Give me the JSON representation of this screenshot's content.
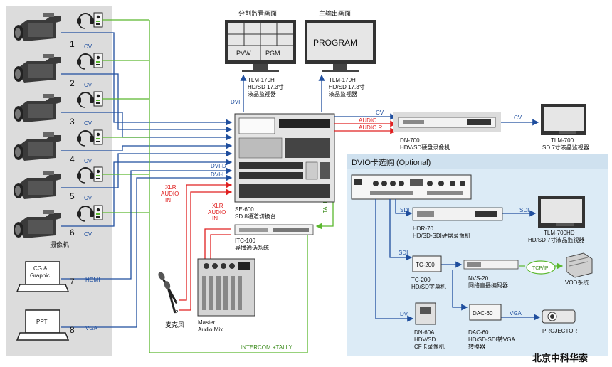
{
  "cameras": {
    "numbers": [
      "1",
      "2",
      "3",
      "4",
      "5",
      "6"
    ],
    "cv": [
      "CV",
      "CV",
      "CV",
      "CV",
      "CV",
      "CV"
    ],
    "label": "摄像机"
  },
  "sources": [
    {
      "number": "7",
      "screen": [
        "CG &",
        "Graphic"
      ],
      "signal": "HDMI"
    },
    {
      "number": "8",
      "screen": [
        "PPT"
      ],
      "signal": "VGA"
    }
  ],
  "monitors": {
    "split": {
      "title": "分割监看画面",
      "cells": [
        "PVW",
        "PGM"
      ],
      "model": "TLM-170H",
      "spec": "HD/SD 17.3寸",
      "desc": "液晶监视器"
    },
    "program": {
      "title": "主输出画面",
      "screen": "PROGRAM",
      "model": "TLM-170H",
      "spec": "HD/SD 17.3寸",
      "desc": "液晶监视器"
    }
  },
  "signals": {
    "dvi": "DVI",
    "dvi_d": "DVI-D",
    "dvi_i": "DVI-I",
    "cv_out": "CV",
    "audio_l": "AUDIO L",
    "audio_r": "AUDIO R",
    "cv_dn700": "CV",
    "xlr1": [
      "XLR",
      "AUDIO",
      "IN"
    ],
    "xlr2": [
      "XLR",
      "AUDIO",
      "IN"
    ],
    "tally": "TALLY",
    "intercom": "INTERCOM +TALLY"
  },
  "switcher": {
    "model": "SE-600",
    "desc": "SD 8通道切换台"
  },
  "intercom": {
    "model": "ITC-100",
    "desc": "导播通话系统"
  },
  "recorder": {
    "model": "DN-700",
    "desc": "HDV/SD硬盘录像机"
  },
  "tlm700": {
    "model": "TLM-700",
    "desc": "SD 7寸液晶监视器"
  },
  "mixer": {
    "label": [
      "Master",
      "Audio Mix"
    ]
  },
  "mic": {
    "label": "麦克风",
    "n1": "1",
    "n2": "2"
  },
  "dvio": {
    "title": "DVIO卡选购 (Optional)",
    "sdi_labels": [
      "SDI",
      "SDI",
      "SDI"
    ],
    "dv_label": "DV",
    "vga_label": "VGA",
    "tcpip": "TCP/IP",
    "hdr70": {
      "model": "HDR-70",
      "desc": "HD/SD-SDI硬盘录像机"
    },
    "tlm700hd": {
      "model": "TLM-700HD",
      "desc": "HD/SD 7寸液晶监视器"
    },
    "tc200": {
      "face": "TC-200",
      "model": "TC-200",
      "desc": "HD/SD字幕机"
    },
    "nvs20": {
      "model": "NVS-20",
      "desc": "网络直播编码器"
    },
    "vod": {
      "label": "VOD系统"
    },
    "dn60a": {
      "model": "DN-60A",
      "spec": "HDV/SD",
      "desc": "CF卡录像机"
    },
    "dac60": {
      "face": "DAC-60",
      "model": "DAC-60",
      "spec": "HD/SD-SDI转VGA",
      "desc": "转换器"
    },
    "projector": {
      "label": "PROJECTOR"
    }
  },
  "watermark": "北京中科华索",
  "colors": {
    "video": "#1f4e9e",
    "audio": "#e02020",
    "intercom": "#5bb82e",
    "panel": "#dcdcdc",
    "optional": "#dcebf6"
  }
}
